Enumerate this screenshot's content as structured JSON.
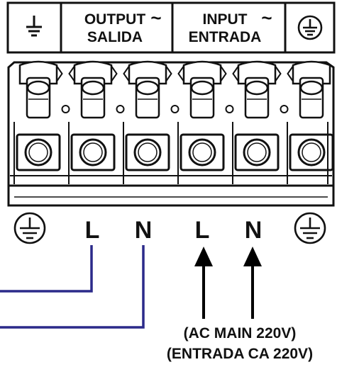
{
  "header": {
    "cells": [
      {
        "id": "ground",
        "icon": "ground-icon"
      },
      {
        "id": "output",
        "line1": "OUTPUT",
        "line2": "SALIDA",
        "symbol": "~"
      },
      {
        "id": "input",
        "line1": "INPUT",
        "line2": "ENTRADA",
        "symbol": "~"
      },
      {
        "id": "protective-earth",
        "icon": "protective-earth-icon"
      }
    ]
  },
  "terminal_block": {
    "terminal_count": 6,
    "color": "#ffffff",
    "outline": "#111111"
  },
  "terminal_labels": [
    {
      "id": "ground-left",
      "icon": "earth-ground-circle-icon"
    },
    {
      "id": "output-l",
      "text": "L"
    },
    {
      "id": "output-n",
      "text": "N"
    },
    {
      "id": "input-l",
      "text": "L"
    },
    {
      "id": "input-n",
      "text": "N"
    },
    {
      "id": "ground-right",
      "icon": "earth-ground-circle-icon"
    }
  ],
  "wires": {
    "output_color": "#2b2a8a",
    "input_arrow_color": "#000000"
  },
  "caption": {
    "line1": "(AC MAIN 220V)",
    "line2": "(ENTRADA CA 220V)"
  }
}
